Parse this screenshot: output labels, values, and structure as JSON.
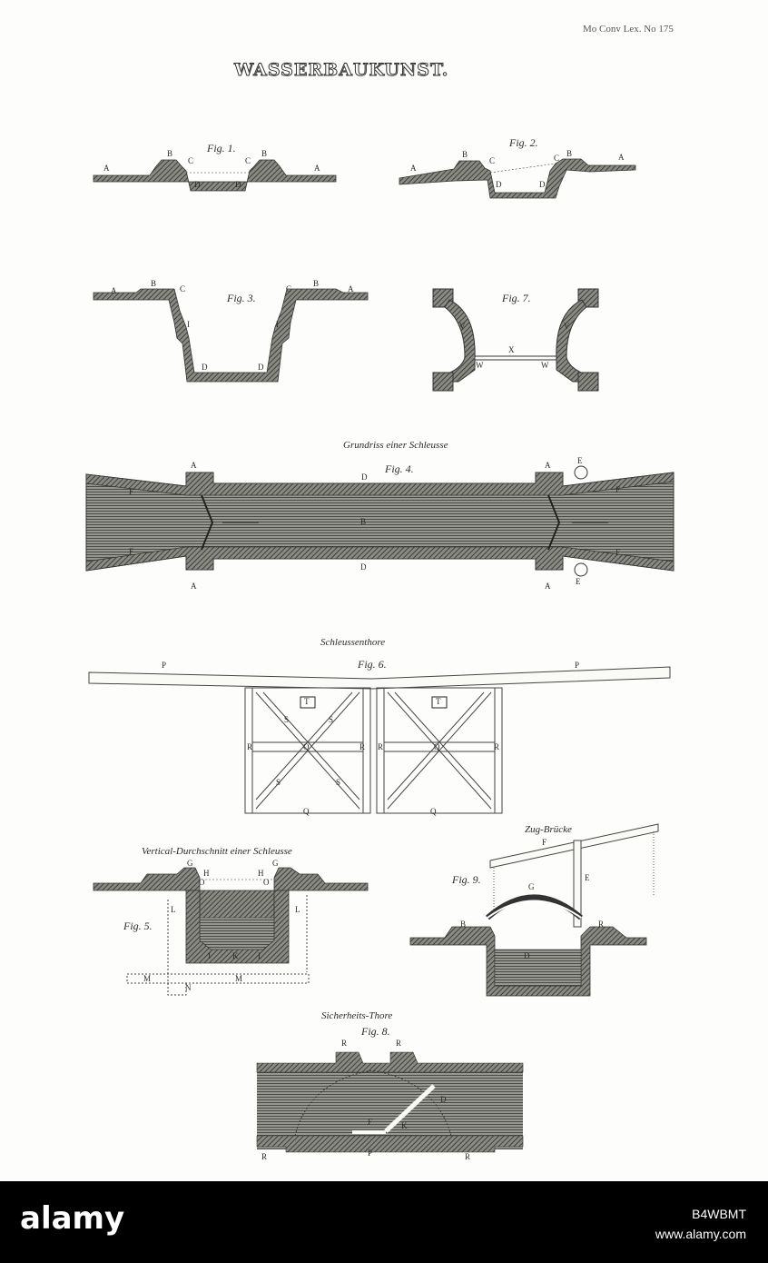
{
  "plate": {
    "title": "WASSERBAUKUNST.",
    "plate_number": "Mo Conv Lex. No 175"
  },
  "captions": {
    "fig1": "Fig. 1.",
    "fig2": "Fig. 2.",
    "fig3": "Fig. 3.",
    "fig7": "Fig. 7.",
    "fig4_heading": "Grundriss einer Schleusse",
    "fig4": "Fig. 4.",
    "fig6_heading": "Schleussenthore",
    "fig6": "Fig. 6.",
    "fig5_heading": "Vertical-Durchschnitt einer Schleusse",
    "fig5": "Fig. 5.",
    "fig9_heading": "Zug-Brücke",
    "fig9": "Fig. 9.",
    "fig8_heading": "Sicherheits-Thore",
    "fig8": "Fig. 8."
  },
  "labels": {
    "A": "A",
    "B": "B",
    "C": "C",
    "D": "D",
    "E": "E",
    "F": "F",
    "G": "G",
    "H": "H",
    "I": "I",
    "K": "K",
    "L": "L",
    "M": "M",
    "N": "N",
    "O": "O",
    "P": "P",
    "Q": "Q",
    "R": "R",
    "S": "S",
    "T": "T",
    "V": "V",
    "W": "W",
    "X": "X"
  },
  "stock": {
    "logo_text": "alamy",
    "image_id": "B4WBMT",
    "url": "www.alamy.com"
  },
  "colors": {
    "ink": "#5a5a55",
    "paper": "#fdfdfb",
    "banner": "#000000"
  }
}
